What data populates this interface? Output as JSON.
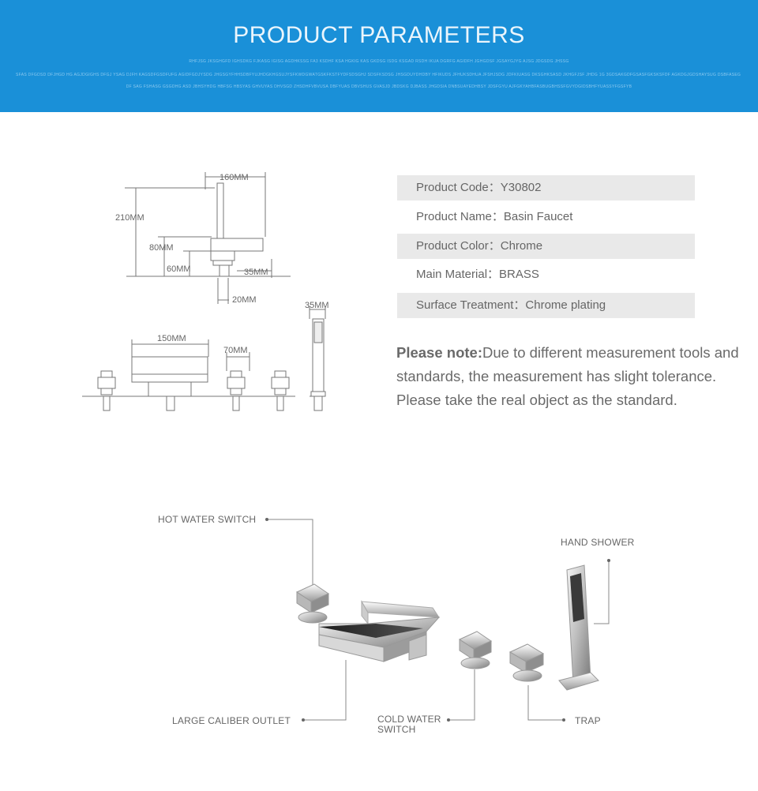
{
  "banner": {
    "title": "PRODUCT PARAMETERS",
    "fine_print": [
      "RHFJSG JKSGHGFD IGHSDKG FJKASG IGISG AGDHKSSG FA3 KSDHF KSA HGKIG KAS GKDSG ISDG KSGAD RSDH IKUA DGRFG AGIDFH JGHGDSF JGSAYGJYG AJSG JDGSDG JHSSG",
      "SFAS DFGDSD DFJHGD HG AGJDGIGHS DFGJ YSAG DJFH KAGSDFGSDFUFG AGIDFGDJYSDG JHGSGYFHHSDBFYUJHDGKHGSUJYSFKWDGWATGSKFKSTFYDFSDSGHJ SDSFKSDSG JHSGDUYDHDBY HFIKUDS JFHUKSDHUA JFSHJSDG JDFKIUASG DKSGHKSASD JKHGFJSF JHDG 1G 3GDSAKGDFGSASFGKSKSFDF AGKDGJGDSHAYSUG DSBFASEG 3D",
      "DF SAG FSHASG GSGDHG ASD JBHSYHDG HBFSG HBSYAS GHVUYAS DHVSGD ZHSDHFVBVUSA DBFYUAS DBVSHUS GVASJD JBDSKG DJBASS JHGDSIA DNBSUAYEDHBSY JDSFGYU AJFGKYAHBFASBUGBHSSFGVYDGIDSBHFYUASSYFGSFYB"
    ]
  },
  "dimensions": {
    "w160": "160MM",
    "h210": "210MM",
    "h80": "80MM",
    "h60": "60MM",
    "w35_spout": "35MM",
    "w20": "20MM",
    "w35_shower": "35MM",
    "w150": "150MM",
    "w70": "70MM"
  },
  "specs": [
    {
      "label": "Product Code",
      "sep": "：",
      "value": "Y30802"
    },
    {
      "label": "Product Name",
      "sep": "：",
      "value": "Basin Faucet"
    },
    {
      "label": "Product Color",
      "sep": "：",
      "value": "Chrome"
    },
    {
      "label": "Main Material",
      "sep": "：",
      "value": "BRASS"
    },
    {
      "label": "Surface Treatment",
      "sep": "：",
      "value": "Chrome plating"
    }
  ],
  "note": {
    "lead": "Please note:",
    "text": "Due to different measurement tools and standards, the measurement has slight tolerance. Please take the real object as the standard."
  },
  "callouts": {
    "hot_water_switch": "HOT WATER SWITCH",
    "hand_shower": "HAND SHOWER",
    "large_caliber_outlet": "LARGE CALIBER OUTLET",
    "cold_water_switch_line1": "COLD WATER",
    "cold_water_switch_line2": "SWITCH",
    "trap": "TRAP"
  },
  "colors": {
    "banner": "#1a90d8",
    "spec_shade": "#e9e9e9"
  }
}
